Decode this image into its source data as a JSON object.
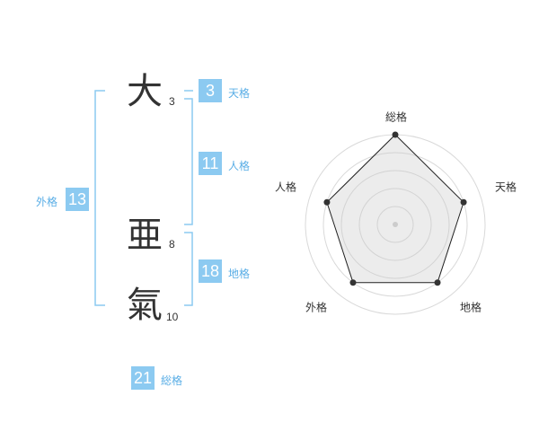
{
  "name": [
    {
      "char": "大",
      "strokes": "3"
    },
    {
      "char": "亜",
      "strokes": "8"
    },
    {
      "char": "氣",
      "strokes": "10"
    }
  ],
  "grid": {
    "tenkaku": {
      "value": "3",
      "label": "天格"
    },
    "jinkaku": {
      "value": "11",
      "label": "人格"
    },
    "chikaku": {
      "value": "18",
      "label": "地格"
    },
    "gaikaku": {
      "value": "13",
      "label": "外格"
    },
    "soukaku": {
      "value": "21",
      "label": "総格"
    }
  },
  "colors": {
    "accent": "#8ccaf1",
    "accent_text": "#5aaee6",
    "text": "#333333"
  },
  "chart_data": {
    "type": "radar",
    "axes": [
      "総格",
      "天格",
      "地格",
      "外格",
      "人格"
    ],
    "values": [
      5,
      4,
      4,
      4,
      4
    ],
    "max": 5,
    "rings": 5
  }
}
